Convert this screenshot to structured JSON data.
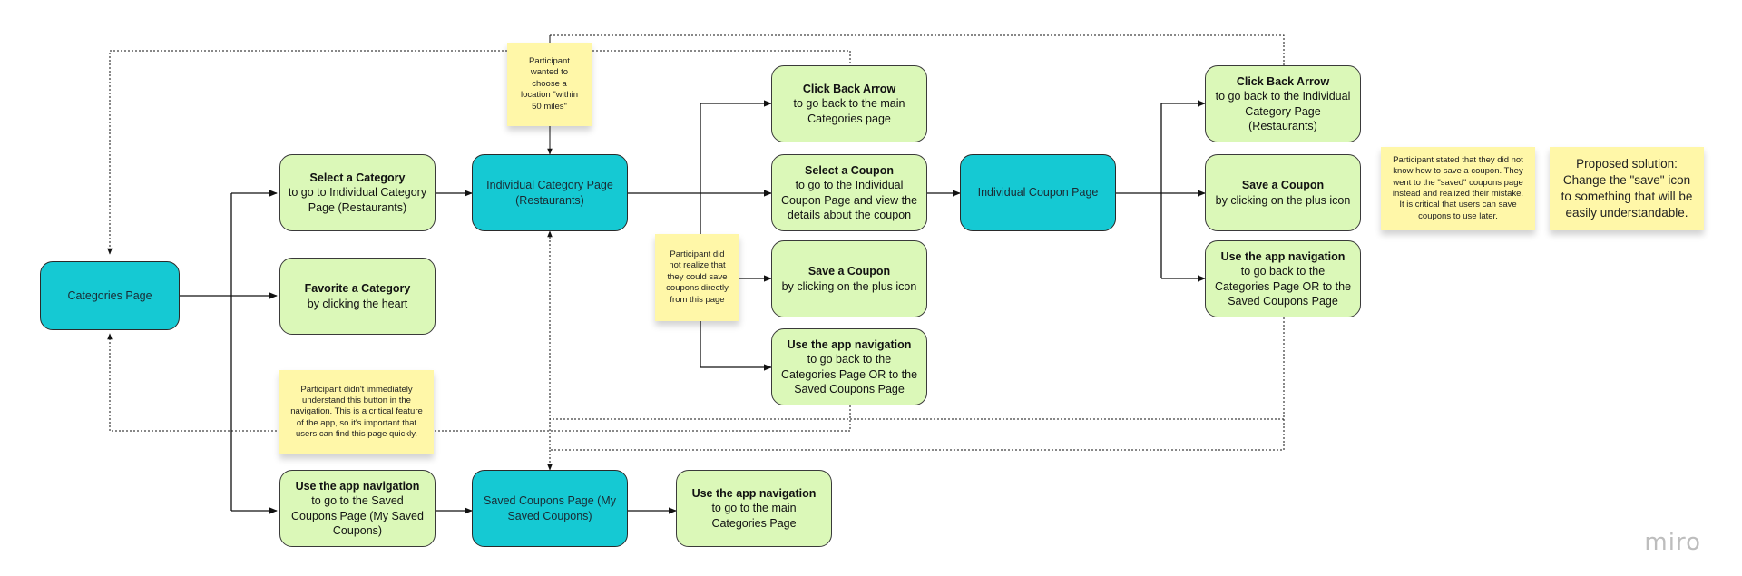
{
  "pages": {
    "categories": "Categories Page",
    "individual_category": "Individual Category Page (Restaurants)",
    "individual_coupon": "Individual Coupon Page",
    "saved_coupons": "Saved Coupons Page (My Saved Coupons)"
  },
  "actions": {
    "select_category": {
      "title": "Select a Category",
      "desc": "to go to Individual Category Page (Restaurants)"
    },
    "favorite_category": {
      "title": "Favorite a Category",
      "desc": "by clicking the heart"
    },
    "nav_saved": {
      "title": "Use the app navigation",
      "desc": "to go to the Saved Coupons Page (My Saved Coupons)"
    },
    "back_main": {
      "title": "Click Back Arrow",
      "desc": "to go back to the main Categories page"
    },
    "select_coupon": {
      "title": "Select a Coupon",
      "desc": "to go to the Individual Coupon Page and view the details about the coupon"
    },
    "save_coupon_1": {
      "title": "Save a Coupon",
      "desc": "by clicking on the plus icon"
    },
    "nav_back_1": {
      "title": "Use the app navigation",
      "desc": "to go back to the Categories Page OR to the Saved Coupons Page"
    },
    "nav_main": {
      "title": "Use the app navigation",
      "desc": "to go to the main Categories Page"
    },
    "back_category": {
      "title": "Click Back Arrow",
      "desc": "to go back to the Individual Category Page (Restaurants)"
    },
    "save_coupon_2": {
      "title": "Save a Coupon",
      "desc": "by clicking on the plus icon"
    },
    "nav_back_2": {
      "title": "Use the app navigation",
      "desc": "to go back to the Categories Page OR to the Saved Coupons Page"
    }
  },
  "notes": {
    "location": "Participant wanted to choose a location \"within 50 miles\"",
    "save_direct": "Participant did not realize that they could save coupons directly from this page",
    "nav_button": "Participant didn't immediately understand this button in the navigation. This is a critical feature of the app, so it's important that users can find this page quickly.",
    "save_how": "Participant stated that they did not know how to save a coupon. They went to the \"saved\" coupons page instead and realized their mistake. It is critical that users can save coupons to use later.",
    "solution": "Proposed solution: Change the \"save\" icon to something that will be easily understandable."
  },
  "brand": "miro",
  "colors": {
    "page_node": "#15c9d3",
    "action_node": "#dbf8b8",
    "sticky_note": "#fff7a8"
  }
}
